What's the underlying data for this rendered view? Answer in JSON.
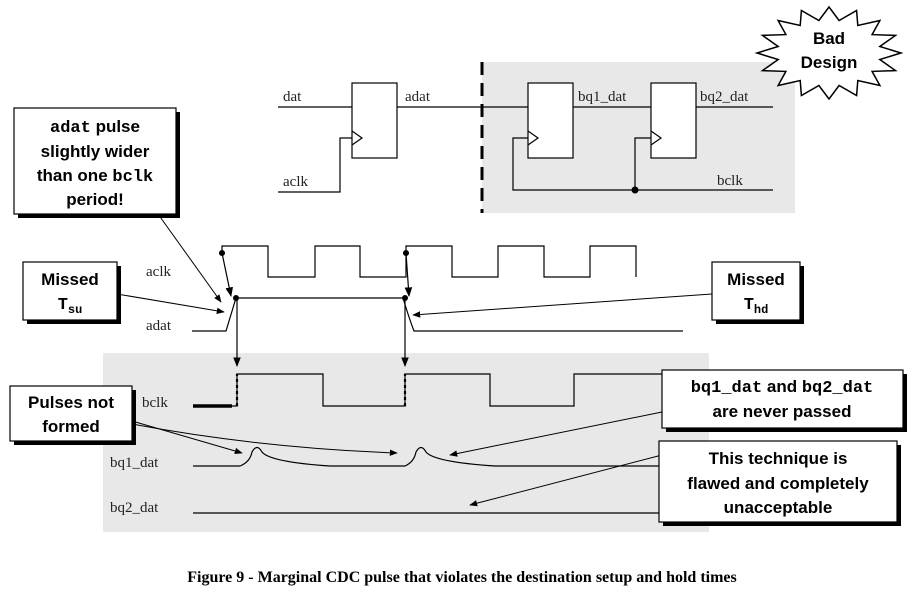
{
  "schematic": {
    "dat": "dat",
    "adat": "adat",
    "aclk": "aclk",
    "bq1_dat": "bq1_dat",
    "bq2_dat": "bq2_dat",
    "bclk": "bclk"
  },
  "starburst": {
    "line1": "Bad",
    "line2": "Design"
  },
  "timing": {
    "aclk": "aclk",
    "adat": "adat",
    "bclk": "bclk",
    "bq1_dat": "bq1_dat",
    "bq2_dat": "bq2_dat"
  },
  "callouts": {
    "pulse_wider": {
      "line1_code": "adat",
      "line1_text": " pulse",
      "line2": "slightly wider",
      "line3_text": "than one ",
      "line3_code": "bclk",
      "line4": "period!"
    },
    "missed_tsu": {
      "line1": "Missed",
      "base": "T",
      "sub": "su"
    },
    "missed_thd": {
      "line1": "Missed",
      "base": "T",
      "sub": "hd"
    },
    "pulses_not_formed": {
      "line1": "Pulses not",
      "line2": "formed"
    },
    "never_passed": {
      "code1": "bq1_dat",
      "and": " and ",
      "code2": "bq2_dat",
      "line2": "are never passed"
    },
    "flawed": {
      "line1": "This technique is",
      "line2": "flawed and completely",
      "line3": "unacceptable"
    }
  },
  "caption": "Figure 9 - Marginal CDC pulse that violates the destination setup and hold times"
}
